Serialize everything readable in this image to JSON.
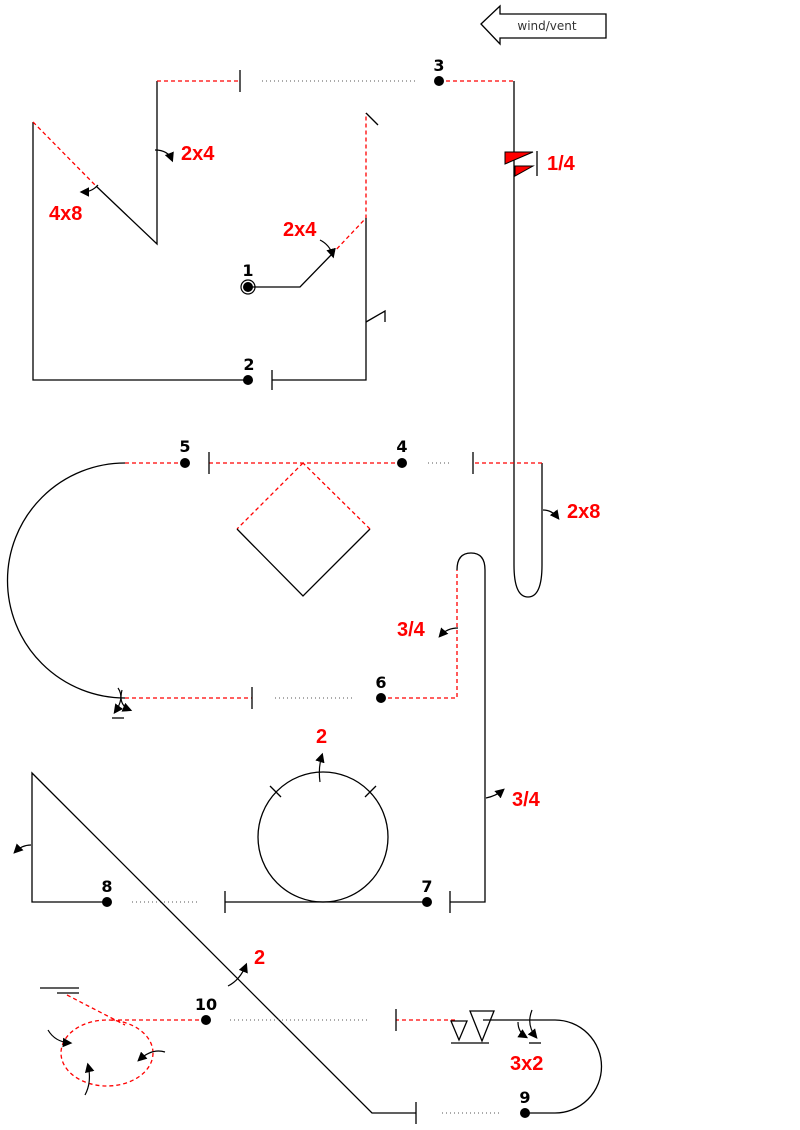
{
  "wind_label": "wind/vent",
  "points": [
    "1",
    "2",
    "3",
    "4",
    "5",
    "6",
    "7",
    "8",
    "9",
    "10"
  ],
  "labels": {
    "l_2x4_a": "2x4",
    "l_4x8": "4x8",
    "l_2x4_b": "2x4",
    "l_1_4": "1/4",
    "l_2x8": "2x8",
    "l_3_4_a": "3/4",
    "l_2_a": "2",
    "l_3_4_b": "3/4",
    "l_2_b": "2",
    "l_3x2": "3x2"
  },
  "colors": {
    "line": "#000000",
    "accent": "#ff0000"
  }
}
